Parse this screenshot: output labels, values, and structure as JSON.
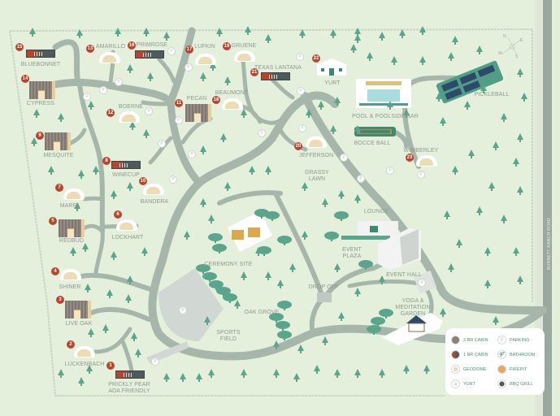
{
  "map": {
    "road_label": "BURNETT RANCH ROAD",
    "compass": {
      "n": "N",
      "e": "E",
      "s": "S",
      "w": "W"
    },
    "parking_symbol": "P"
  },
  "sites": [
    {
      "number": "1",
      "name": "PRICKLY PEAR",
      "note": "ADA FRIENDLY",
      "type": "1 BR CABIN"
    },
    {
      "number": "2",
      "name": "LUCKENBACH",
      "type": "GEODOME"
    },
    {
      "number": "3",
      "name": "LIVE OAK",
      "type": "2 BR CABIN"
    },
    {
      "number": "4",
      "name": "SHINER",
      "type": "GEODOME"
    },
    {
      "number": "5",
      "name": "REDBUD",
      "type": "2 BR CABIN"
    },
    {
      "number": "6",
      "name": "LOCKHART",
      "type": "GEODOME"
    },
    {
      "number": "7",
      "name": "MARFA",
      "type": "GEODOME"
    },
    {
      "number": "8",
      "name": "WINECUP",
      "type": "1 BR CABIN"
    },
    {
      "number": "9",
      "name": "MESQUITE",
      "type": "2 BR CABIN"
    },
    {
      "number": "10",
      "name": "BANDERA",
      "type": "GEODOME"
    },
    {
      "number": "11",
      "name": "PECAN",
      "type": "2 BR CABIN"
    },
    {
      "number": "12",
      "name": "BOERNE",
      "type": "GEODOME"
    },
    {
      "number": "13",
      "name": "AMARILLO",
      "type": "GEODOME"
    },
    {
      "number": "14",
      "name": "CYPRESS",
      "type": "2 BR CABIN"
    },
    {
      "number": "15",
      "name": "BLUEBONNET",
      "type": "1 BR CABIN"
    },
    {
      "number": "16",
      "name": "PRIMROSE",
      "type": "1 BR CABIN"
    },
    {
      "number": "17",
      "name": "LUFKIN",
      "type": "GEODOME"
    },
    {
      "number": "18",
      "name": "BEAUMONT",
      "type": "GEODOME"
    },
    {
      "number": "19",
      "name": "GRUENE",
      "type": "GEODOME"
    },
    {
      "number": "20",
      "name": "JEFFERSON",
      "type": "GEODOME"
    },
    {
      "number": "21",
      "name": "TEXAS LANTANA",
      "type": "1 BR CABIN"
    },
    {
      "number": "22",
      "name": "YURT",
      "type": "YURT"
    },
    {
      "number": "23",
      "name": "WIMBERLEY",
      "type": "GEODOME"
    }
  ],
  "amenities": {
    "pool": "POOL & POOLSIDE BAR",
    "bocce": "BOCCE BALL",
    "pickleball": "PICKLEBALL",
    "grassy_lawn": [
      "GRASSY",
      "LAWN"
    ],
    "lounge": "LOUNGE",
    "event_plaza": [
      "EVENT",
      "PLAZA"
    ],
    "event_hall": "EVENT HALL",
    "drop_off": "DROP OFF",
    "yoga": [
      "YOGA &",
      "MEDITATION",
      "GARDEN"
    ],
    "ceremony": "CEREMONY SITE",
    "oak_grove": "OAK GROVE",
    "sports_field": [
      "SPORTS",
      "FIELD"
    ]
  },
  "legend": {
    "items": [
      {
        "label": "2 BR CABIN",
        "icon": "two-bedroom-cabin"
      },
      {
        "label": "1 BR CABIN",
        "icon": "one-bedroom-cabin"
      },
      {
        "label": "GEODOME",
        "icon": "geodome"
      },
      {
        "label": "YURT",
        "icon": "yurt"
      },
      {
        "label": "PARKING",
        "icon": "parking",
        "symbol": "P"
      },
      {
        "label": "BATHROOM",
        "icon": "bathroom"
      },
      {
        "label": "FIREPIT",
        "icon": "firepit"
      },
      {
        "label": "BBQ GRILL",
        "icon": "bbq-grill"
      }
    ]
  },
  "colors": {
    "background": "#e4efdc",
    "road": "#a6b6aa",
    "badge": "#b8462e",
    "tree": "#4f9e85",
    "label": "#8d9a92",
    "legend_text": "#4f8f7e"
  }
}
